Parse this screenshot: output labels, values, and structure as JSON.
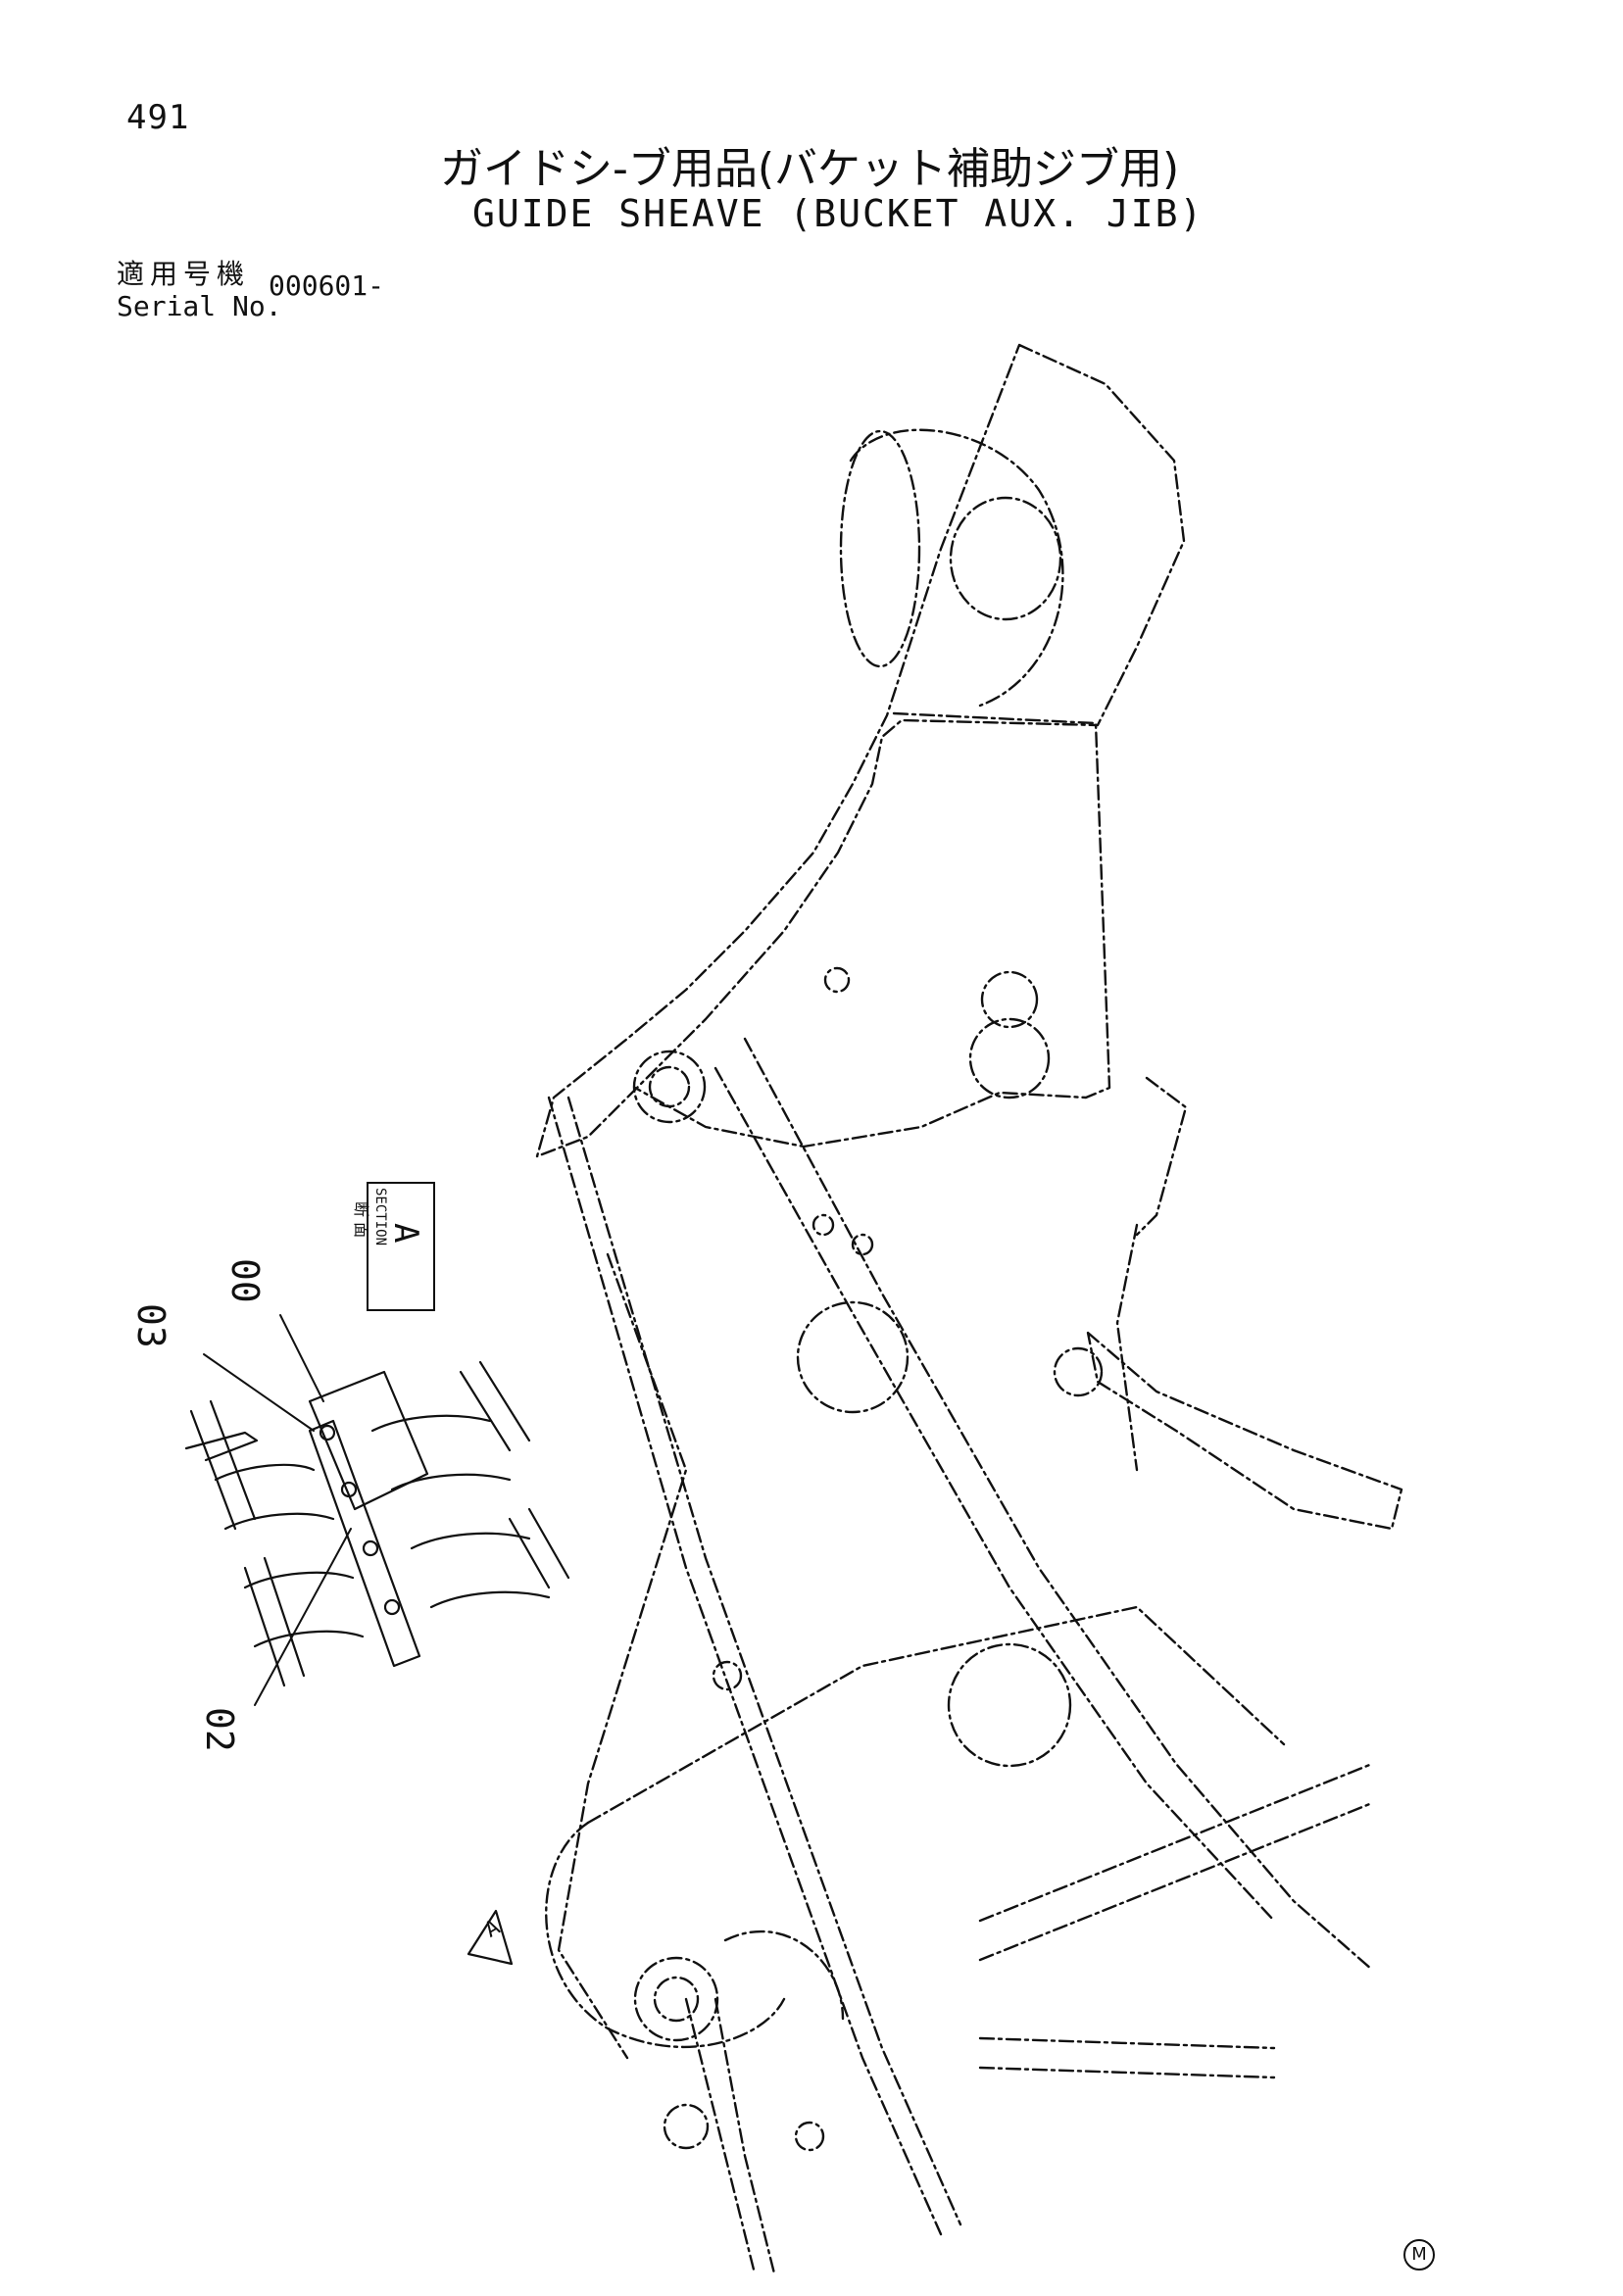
{
  "page": {
    "number": "491"
  },
  "title": {
    "japanese": "ガイドシ-ブ用品(バケット補助ジブ用)",
    "english": "GUIDE SHEAVE (BUCKET AUX. JIB)"
  },
  "serial": {
    "label_japanese": "適用号機",
    "label_english": "Serial No.",
    "value": "000601-"
  },
  "callouts": {
    "part_03": "03",
    "part_00": "00",
    "part_02": "02"
  },
  "section_tag": {
    "japanese": "断 面",
    "english": "SECTION",
    "letter": "A"
  },
  "view_arrow": {
    "letter": "A"
  },
  "maker_mark": "M"
}
